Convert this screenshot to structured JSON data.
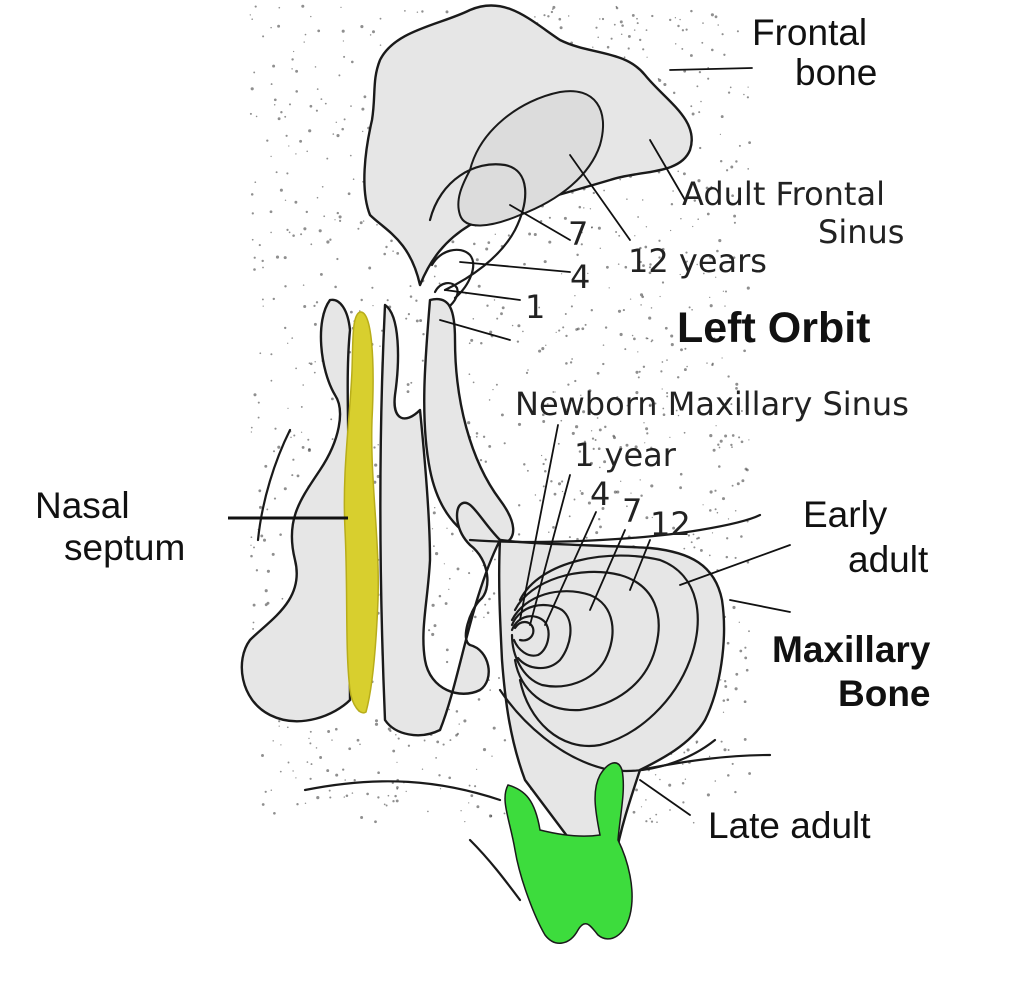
{
  "diagram": {
    "labels": {
      "frontal_bone_line1": "Frontal",
      "frontal_bone_line2": "bone",
      "adult_frontal_sinus_line1": "Adult Frontal",
      "adult_frontal_sinus_line2": "Sinus",
      "age_7": "7",
      "age_12_years": "12 years",
      "age_4": "4",
      "age_1": "1",
      "left_orbit": "Left Orbit",
      "newborn_maxillary_sinus": "Newborn Maxillary Sinus",
      "age_1_year": "1 year",
      "max_age_4": "4",
      "max_age_7": "7",
      "max_age_12": "12",
      "early_adult_line1": "Early",
      "early_adult_line2": "adult",
      "nasal_septum_line1": "Nasal",
      "nasal_septum_line2": "septum",
      "maxillary_bone_line1": "Maxillary",
      "maxillary_bone_line2": "Bone",
      "late_adult": "Late adult"
    },
    "colors": {
      "background": "#ffffff",
      "bone_fill": "#e6e6e6",
      "nasal_septum": "#d8cf2e",
      "tooth": "#3ddc3d",
      "outline": "#1a1a1a",
      "stipple": "#333333"
    }
  }
}
